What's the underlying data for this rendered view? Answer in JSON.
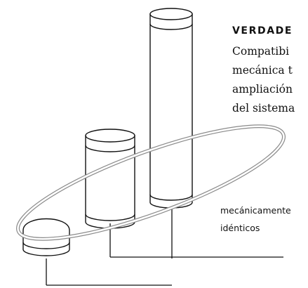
{
  "callout": {
    "heading": "VERDADE",
    "lines": [
      "Compatibi",
      "mecánica t",
      "ampliación",
      "del sistema"
    ]
  },
  "annotation": {
    "lines": [
      "mecánicamente",
      "idénticos"
    ]
  }
}
